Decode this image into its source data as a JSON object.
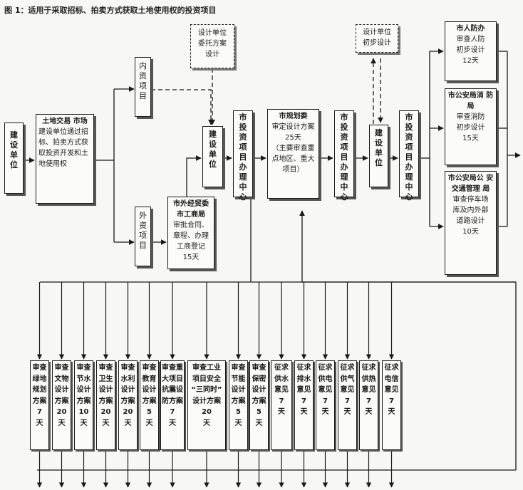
{
  "title": "图 1：适用于采取招标、拍卖方式获取土地使用权的投资项目",
  "nodes": {
    "applicant": {
      "text": "建\n设\n单\n位"
    },
    "land_market": {
      "title": "土地交易\n市场",
      "body": "建设单位通过招\n标、拍卖方式获\n取投资开发和土\n地使用权"
    },
    "domestic": {
      "text": "内\n资\n项\n目"
    },
    "foreign": {
      "text": "外\n资\n项\n目"
    },
    "design_commission": {
      "text": "设计单位\n委托方案\n设计"
    },
    "applicant_2": {
      "text": "建\n设\n单\n位"
    },
    "foreign_trade": {
      "title": "市外经贸委\n市工商局",
      "body": "审批合同、\n章程、办理\n工商登记\n15天"
    },
    "center_1": {
      "text": "市\n投\n资\n项\n目\n办\n理\n中\n心"
    },
    "planning": {
      "title": "市规划委",
      "body": "审定设计方案\n25天\n（主要审查重\n点地区、重大\n项目）"
    },
    "center_2": {
      "text": "市\n投\n资\n项\n目\n办\n理\n中\n心"
    },
    "design_initial": {
      "text": "设计单位\n初步设计"
    },
    "applicant_3": {
      "text": "建\n设\n单\n位"
    },
    "center_3": {
      "text": "市\n投\n资\n项\n目\n办\n理\n中\n心"
    },
    "civil_defense": {
      "title": "市人防办",
      "body": "审查人防\n初步设计\n12天"
    },
    "fire": {
      "title": "市公安局消\n防局",
      "body": "审查消防\n初步设计\n15天"
    },
    "traffic": {
      "title": "市公安局公\n安交通管理\n局",
      "body": "审查停车场\n库及内外部\n道路设计\n10天"
    }
  },
  "reviews": [
    "审查\n绿地\n规划\n方案\n7\n天",
    "审查\n文物\n设计\n方案\n20\n天",
    "审查\n节水\n设计\n方案\n10\n天",
    "审查\n卫生\n设计\n方案\n20\n天",
    "审查\n水利\n设计\n方案\n20\n天",
    "审查\n教育\n设计\n方案\n5\n天",
    "审查重\n大项目\n抗震设\n防方案\n7\n天",
    "审查工业\n项目安全\n“三同时”\n设计方案\n20\n天",
    "审查\n节能\n设计\n方案\n5\n天",
    "审查\n保密\n设计\n方案\n5\n天",
    "征求\n供水\n意见\n7\n天",
    "征求\n排水\n意见\n7\n天",
    "征求\n供电\n意见\n7\n天",
    "征求\n供气\n意见\n7\n天",
    "征求\n供热\n意见\n7\n天",
    "征求\n电信\n意见\n7\n天"
  ]
}
